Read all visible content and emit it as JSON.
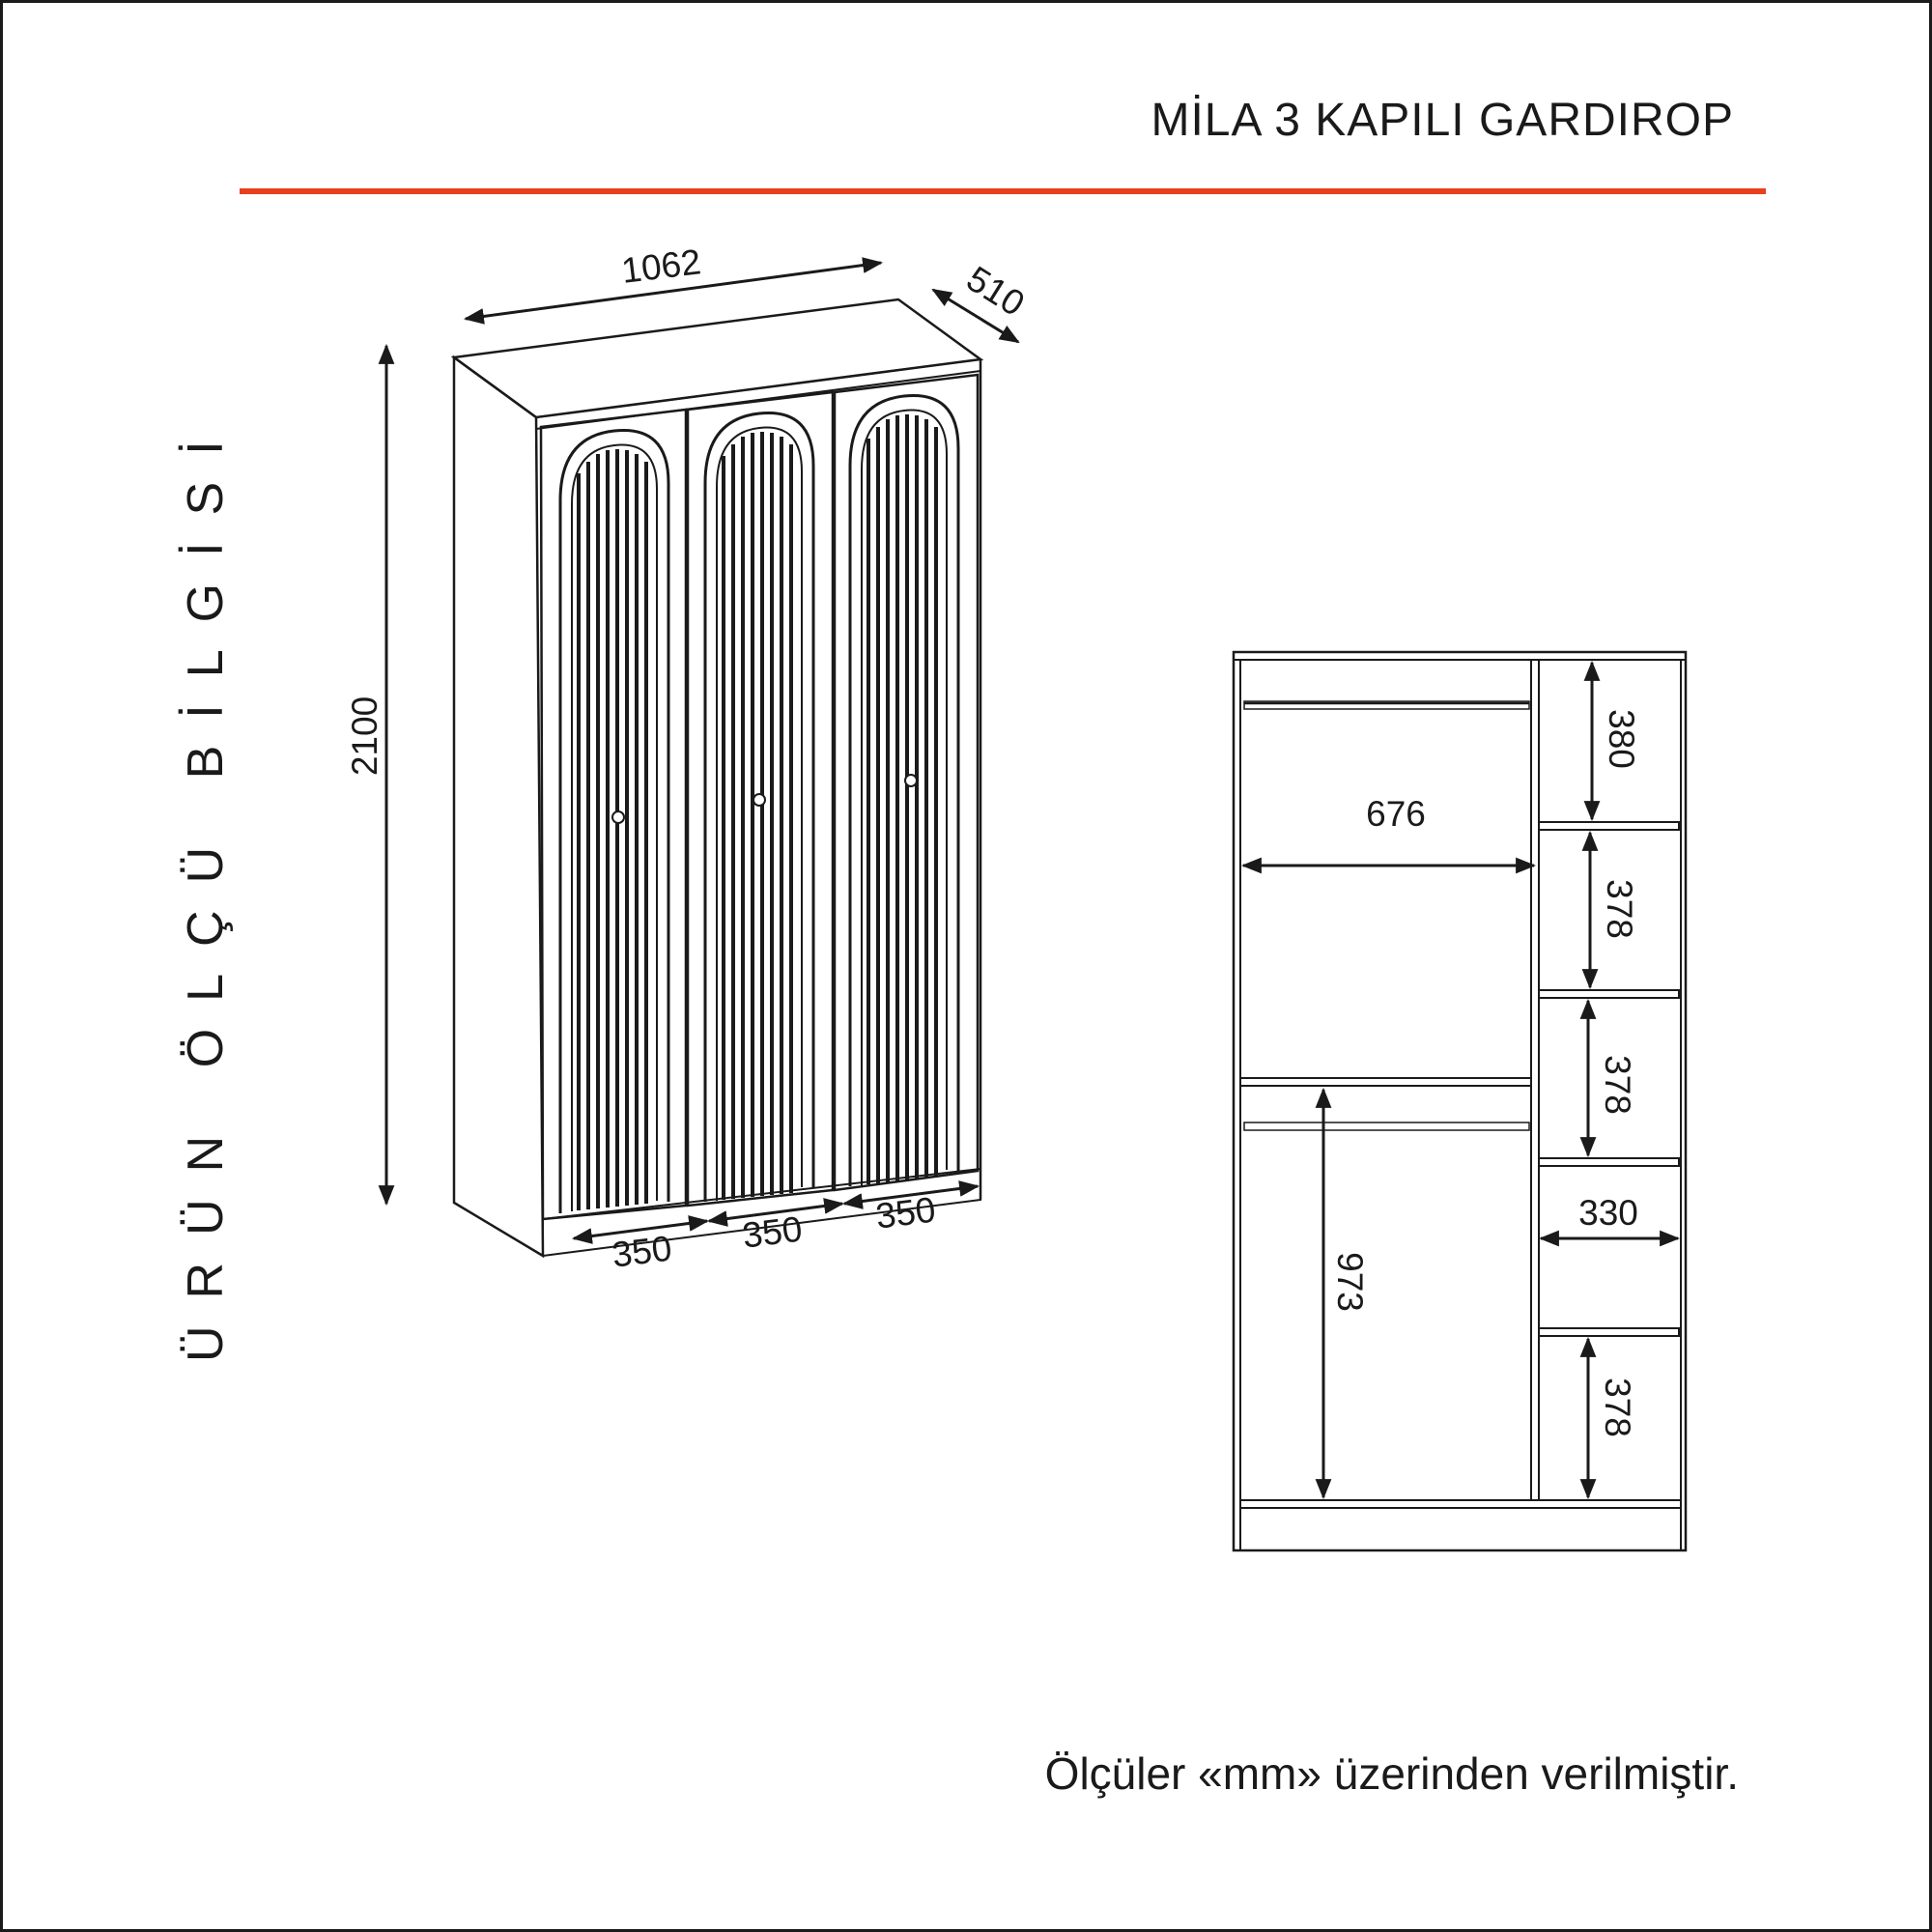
{
  "title": "MİLA 3 KAPILI GARDIROP",
  "accent_color": "#e8401c",
  "side_label": "ÜRÜN ÖLÇÜ BİLGİSİ",
  "note": "Ölçüler «mm» üzerinden verilmiştir.",
  "front_view": {
    "width": "1062",
    "depth": "510",
    "height": "2100",
    "door_widths": [
      "350",
      "350",
      "350"
    ]
  },
  "inner_view": {
    "hanging_width": "676",
    "lower_hanging_height": "973",
    "shelf_width": "330",
    "shelf_heights": [
      "380",
      "378",
      "378",
      "378"
    ]
  }
}
